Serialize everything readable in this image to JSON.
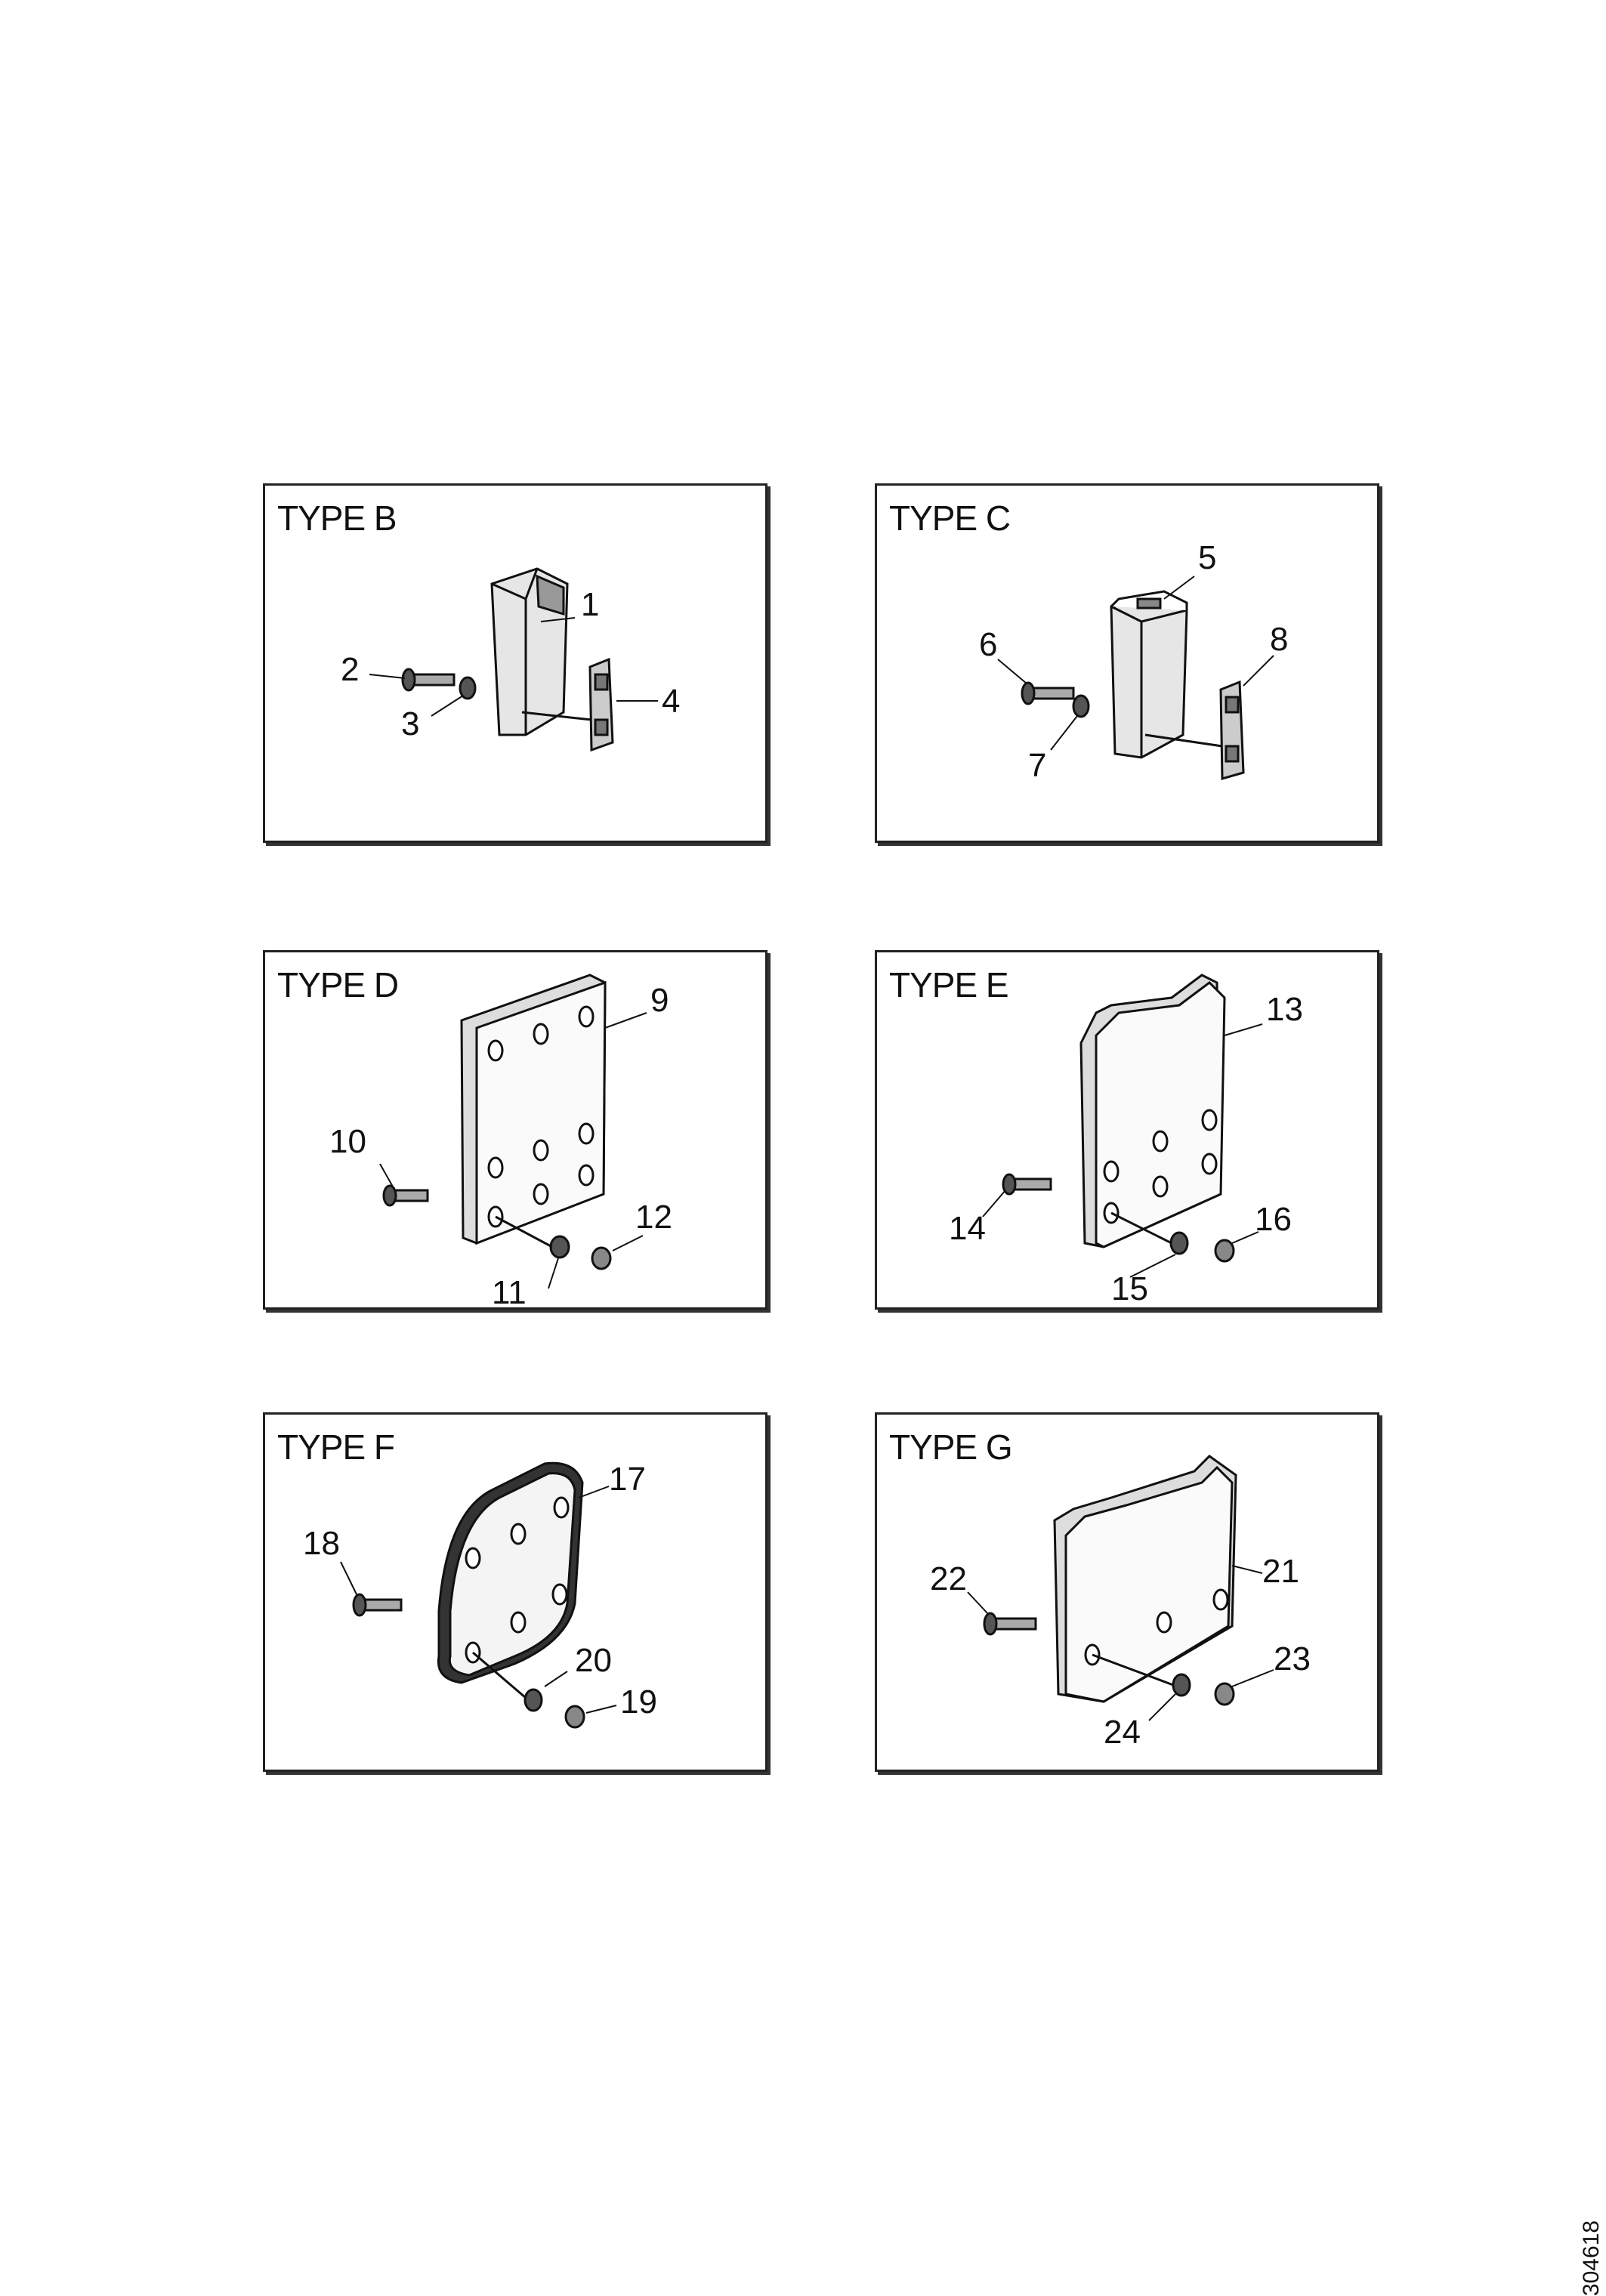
{
  "panels": [
    {
      "title": "TYPE B",
      "callouts": [
        "1",
        "2",
        "3",
        "4"
      ]
    },
    {
      "title": "TYPE C",
      "callouts": [
        "5",
        "6",
        "7",
        "8"
      ]
    },
    {
      "title": "TYPE D",
      "callouts": [
        "9",
        "10",
        "11",
        "12"
      ]
    },
    {
      "title": "TYPE E",
      "callouts": [
        "13",
        "14",
        "15",
        "16"
      ]
    },
    {
      "title": "TYPE F",
      "callouts": [
        "17",
        "18",
        "20",
        "19"
      ]
    },
    {
      "title": "TYPE G",
      "callouts": [
        "21",
        "22",
        "23",
        "24"
      ]
    }
  ],
  "document_number": "304618"
}
